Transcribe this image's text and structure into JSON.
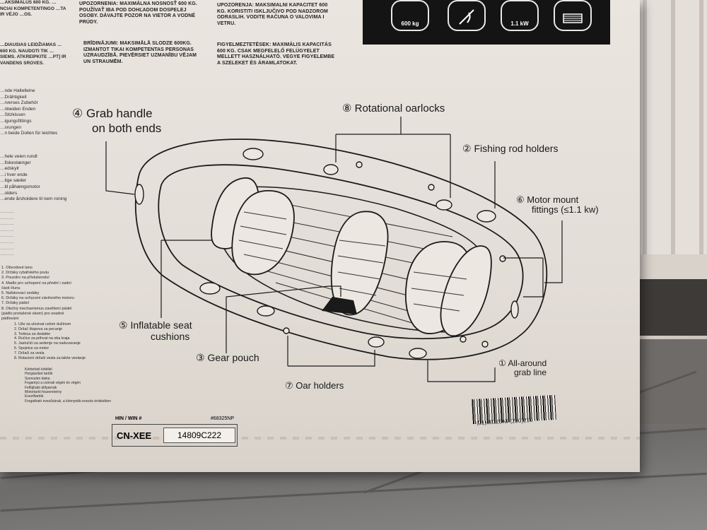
{
  "warnings": [
    {
      "text": "UPOZORNENIA: MAXIMÁLNA NOSNOSŤ 600 KG. POUŽÍVAŤ IBA POD DOHĽADOM DOSPELEJ OSOBY. DÁVAJTE POZOR NA VIETOR A VODNÉ PRÚDY."
    },
    {
      "text": "UPOZORENJA: MAKSIMALNI KAPACITET 600 KG. KORISTITI ISKLJUČIVO POD NADZOROM ODRASLIH. VODITE RAČUNA O VALOVIMA I VETRU."
    },
    {
      "text": "BRĪDINĀJUMI: MAKSIMĀLĀ SLODZE 600KG. IZMANTOT TIKAI KOMPETENTAS PERSONAS UZRAUDZĪBĀ. PIEVĒRSIET UZMANĪBU VĒJAM UN STRAUMĒM."
    },
    {
      "text": "FIGYELMEZTETÉSEK: MAXIMÁLIS KAPACITÁS 600 KG. CSAK MEGFELELŐ FELÜGYELET MELLETT HASZNÁLHATÓ. VEGYE FIGYELEMBE A SZELEKET ÉS ÁRAMLATOKAT."
    }
  ],
  "left_top_text": "…AKSIMALUS 600 KG. …NCIAI KOMPETENTINGO …TA IR VĖJO …OS.",
  "left_mid_text": "…DIAUSIAS LEIDŽIAMAS …600 KG. NAUDOTI TIK …SIEMS. ATKREIPKITE …PT] IR VANDENS SROVES.",
  "left_list_1": [
    "…nde Haltelleine",
    "…Drähtigkeit",
    "…rverses Zubehör",
    "…nbeiden Enden",
    "…Sitzkissen",
    "…igungsfittings",
    "…srungen",
    "…n beide Dollen für leichtes"
  ],
  "left_list_2": [
    "…hele veien rundt",
    "…fiskestænger",
    "…edskylr",
    "…i hver ende",
    "…tige sæder",
    "…til påhængsmotor",
    "…olders",
    "…ende årsholdere til nem roning"
  ],
  "left_list_3": [
    "1. Obvodové lano",
    "2. Držáky rybářského prutu",
    "3. Pouzdro na příslušenství",
    "4. Madlo pro uchopení na přední i zadní",
    "   části člunu",
    "5. Nafukovací sedáky",
    "6. Držáky na uchycení závěsného motoru",
    "7. Držáky pádel",
    "8. Otočný mechanismus zavěšení pádel",
    "   (pádlo protažené okem) pro snadné",
    "   pádlování"
  ],
  "left_list_4": [
    "1. Uže za ulovivat celom dužinom",
    "2. Držač štapova za pecanje",
    "3. Torbica za dodatke",
    "4. Ručice za prihvat na oba kraja",
    "5. Jastučići za sedenje na naduvavanje",
    "6. Spojnice za motor",
    "7. Držači za vesla",
    "8. Rotacioni držači vesla za lakše veslanje"
  ],
  "left_list_5": [
    "Körbefutó kötéllel",
    "Horgászbot tartók",
    "Szerszám táska",
    "Fogantyú a csónak végén és végén",
    "Felfújható ülőpárnák",
    "Motortartó foszerelvény",
    "Evezőtartók",
    "Forgatható evezőzárak, a könnyebb evezés érdekében"
  ],
  "icons": [
    {
      "label": "600 kg",
      "icon": "weight-icon"
    },
    {
      "label": "",
      "icon": "fishing-icon"
    },
    {
      "label": "1.1 kW",
      "icon": "motor-icon"
    },
    {
      "label": "",
      "icon": "oar-icon"
    }
  ],
  "callouts": {
    "grab_handle": {
      "num": "④",
      "line1": "Grab handle",
      "line2": "on both ends"
    },
    "oarlocks": {
      "num": "⑧",
      "text": "Rotational oarlocks"
    },
    "rod_holders": {
      "num": "②",
      "text": "Fishing rod holders"
    },
    "motor_mount": {
      "num": "⑥",
      "line1": "Motor mount",
      "line2": "fittings (≤1.1 kw)"
    },
    "seat_cushions": {
      "num": "⑤",
      "line1": "Inflatable seat",
      "line2": "cushions"
    },
    "gear_pouch": {
      "num": "③",
      "text": "Gear pouch"
    },
    "oar_holders": {
      "num": "⑦",
      "text": "Oar holders"
    },
    "grab_line": {
      "num": "①",
      "line1": "All-around",
      "line2": "grab line"
    }
  },
  "hin": {
    "label": "HIN / WIN #",
    "model": "#68325NP",
    "prefix": "CN-XEE",
    "number": "14809C222"
  },
  "barcode_text": "(21)68325NP(250)210",
  "colors": {
    "box": "#e6e1da",
    "ink": "#1a1a1a",
    "icon_bar": "#141414",
    "floor": "#7f7e7c"
  }
}
